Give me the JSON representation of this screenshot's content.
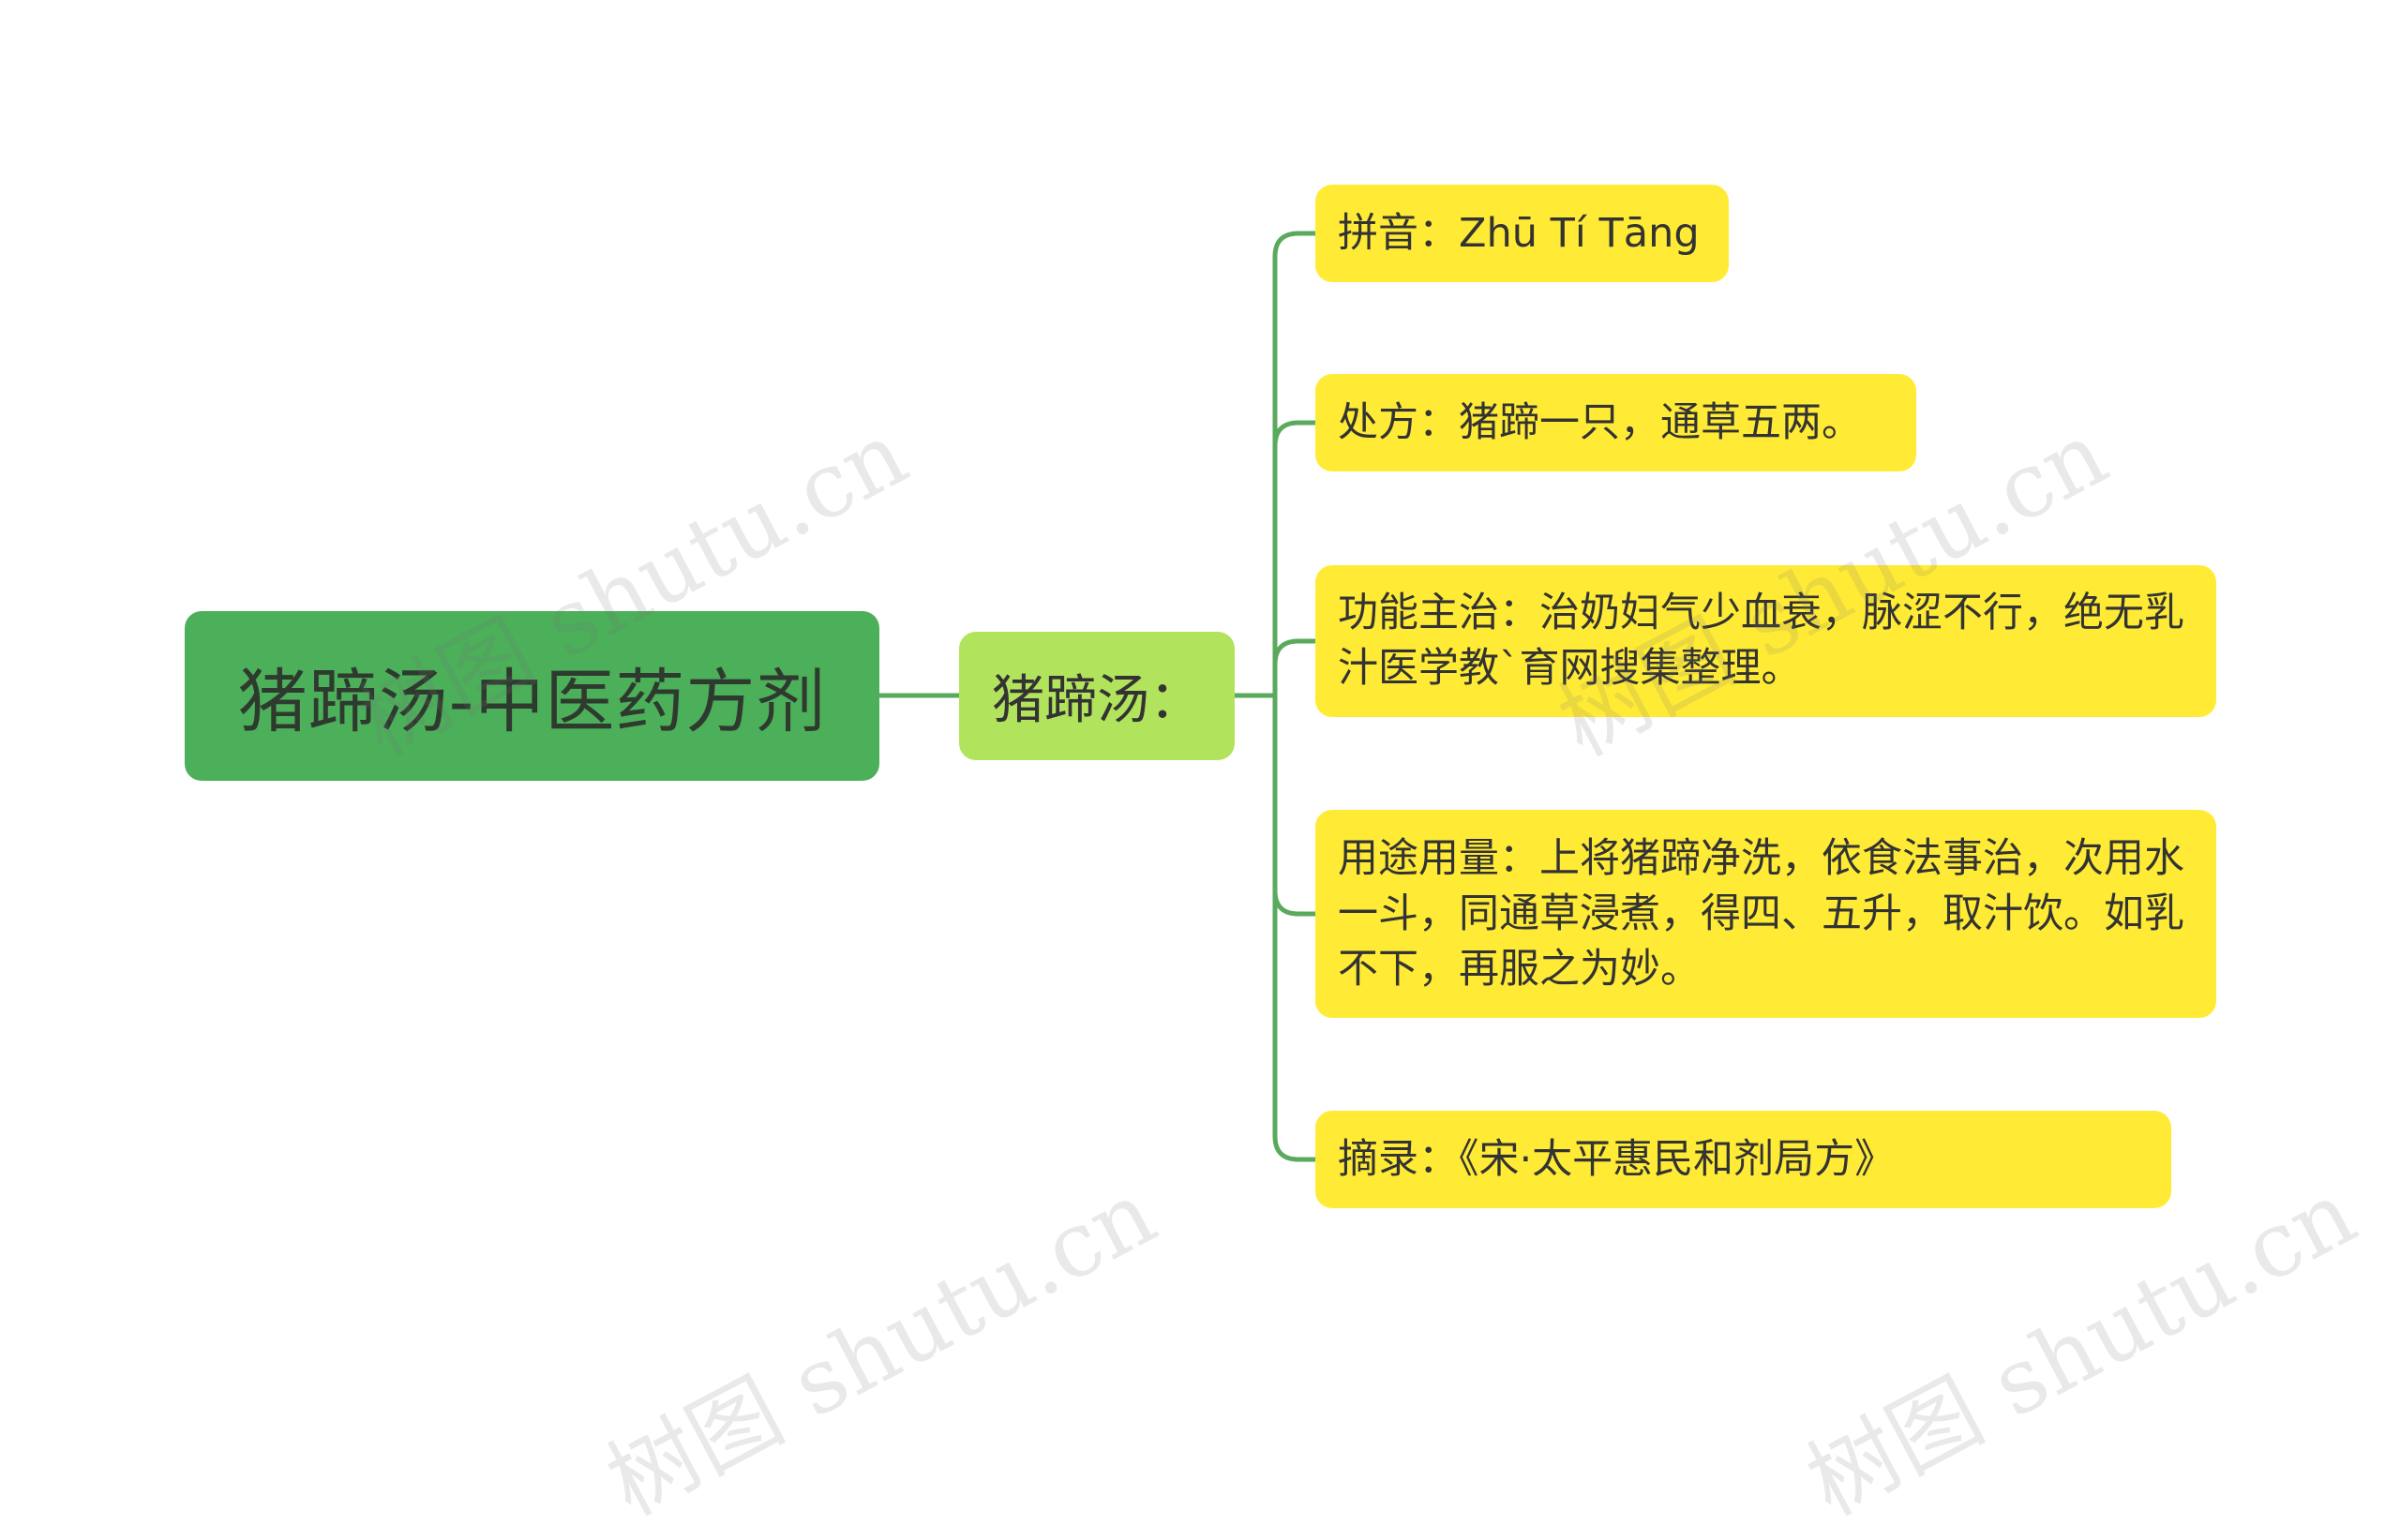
{
  "mindmap": {
    "root": {
      "label": "猪蹄汤-中医药方剂"
    },
    "branch": {
      "label": "猪蹄汤："
    },
    "leaves": [
      {
        "label": "拼音：Zhū Tí Tāng"
      },
      {
        "label": "处方：猪蹄一只，通草五两。"
      },
      {
        "label": "功能主治：治奶妇气少血衰，脉涩不行，绝无乳汁医学教`育网搜集整理。"
      },
      {
        "label": "用途用量：上将猪蹄净洗，依食法事治，次用水一斗，同通草浸煮，得四、五升，取汁饮。如乳不下，再服之为妙。"
      },
      {
        "label": "摘录：《宋·太平惠民和剂局方》"
      }
    ]
  },
  "watermark": {
    "text": "树图 shutu.cn"
  },
  "colors": {
    "root_fill": "#4caf5a",
    "branch_fill": "#b2e35c",
    "leaf_fill": "#ffeb35",
    "connector": "#5aaa5e",
    "text": "#333333"
  }
}
